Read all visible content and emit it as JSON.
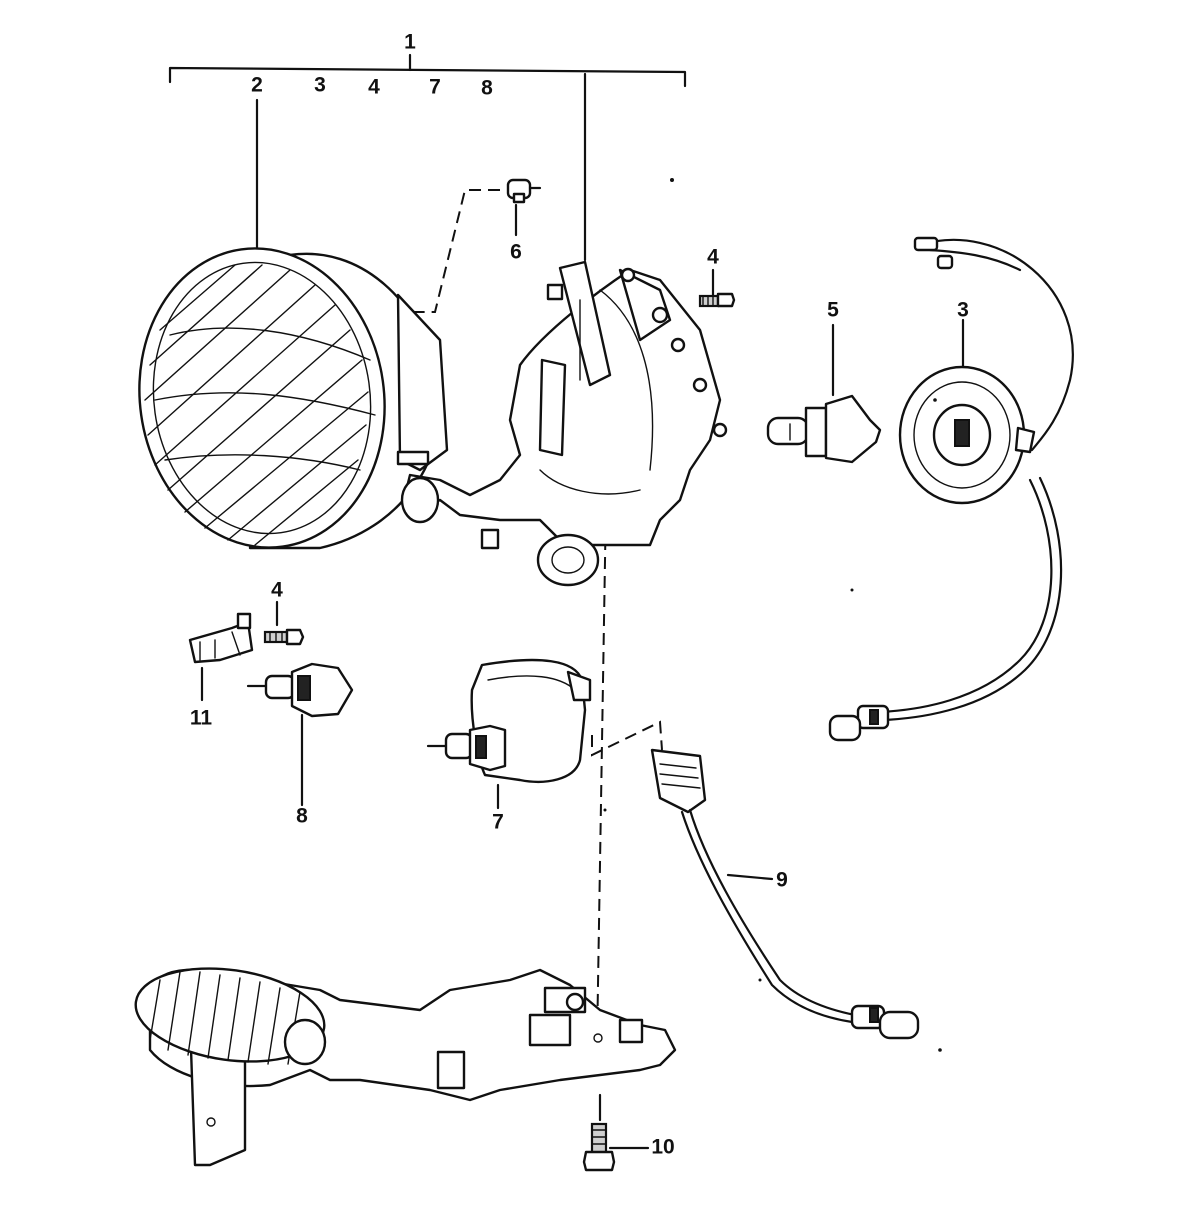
{
  "diagram": {
    "callouts": {
      "c1": "1",
      "c2_top": "2",
      "c3_top": "3",
      "c4_top": "4",
      "c7_top": "7",
      "c8_top": "8",
      "c6": "6",
      "c4_screw_right": "4",
      "c5": "5",
      "c3_socket": "3",
      "c4_screw_left": "4",
      "c11": "11",
      "c8_bulb": "8",
      "c7_bulb": "7",
      "c9": "9",
      "c10": "10"
    },
    "colors": {
      "ink": "#111111",
      "paper": "#ffffff",
      "fill_grey": "#cfcfcf"
    },
    "parts": [
      "headlight-lens-icon",
      "headlight-housing-icon",
      "h4-bulb-icon",
      "bulb-socket-with-cable-icon",
      "screw-icon",
      "parking-bulb-icon",
      "clip-icon",
      "fog-lamp-icon",
      "connector-cable-icon",
      "mounting-bracket-icon"
    ]
  }
}
